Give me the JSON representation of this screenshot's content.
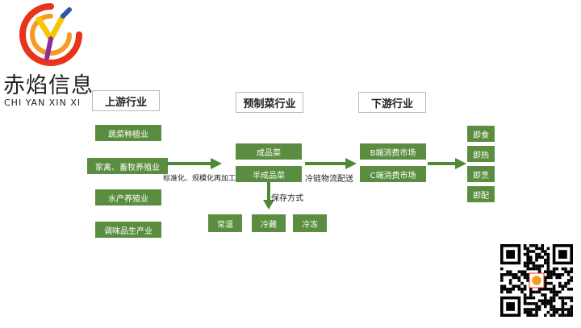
{
  "brand": {
    "name_cn": "赤焰信息",
    "name_en": "CHI YAN XIN XI",
    "colors": {
      "red": "#e8341c",
      "orange": "#f59a23",
      "yellow": "#f7c600",
      "blue": "#2c57a8",
      "purple": "#8a2f9a"
    }
  },
  "headers": {
    "upstream": "上游行业",
    "midstream": "预制菜行业",
    "downstream": "下游行业"
  },
  "upstream_items": [
    "蔬菜种植业",
    "家禽、畜牧养殖业",
    "水产养殖业",
    "调味品生产业"
  ],
  "label_process": "标准化、规模化再加工",
  "mid_items": [
    "成品菜",
    "半成品菜"
  ],
  "label_logistics": "冷链物流配送",
  "label_storage": "保存方式",
  "storage_items": [
    "常温",
    "冷藏",
    "冷冻"
  ],
  "down_items": [
    "B端消费市场",
    "C端消费市场"
  ],
  "final_items": [
    "即食",
    "即热",
    "即烹",
    "即配"
  ],
  "colors": {
    "box_green": "#5a8d3f",
    "arrow_green": "#4e8a35"
  },
  "qr": {
    "icon": "qr-code-icon"
  }
}
